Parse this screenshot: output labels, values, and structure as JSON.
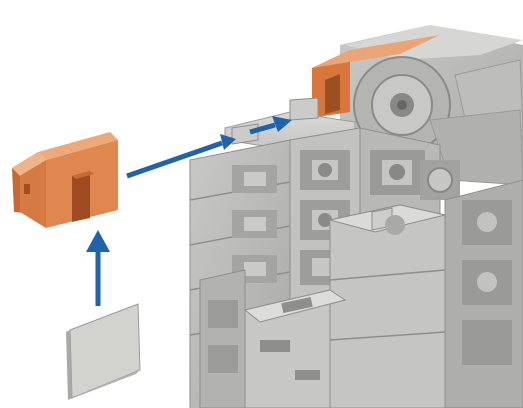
{
  "illustration": {
    "parts": [
      {
        "name": "orange-clip-piece",
        "color": "#e0864f"
      },
      {
        "name": "flat-gray-tile",
        "color": "#cfcfcb"
      },
      {
        "name": "modular-block-assembly",
        "color": "#b9b9b7"
      }
    ],
    "arrows": [
      {
        "name": "arrow-tile-to-clip",
        "color": "#1f63ad"
      },
      {
        "name": "arrow-clip-to-stud",
        "color": "#1f63ad"
      }
    ]
  }
}
